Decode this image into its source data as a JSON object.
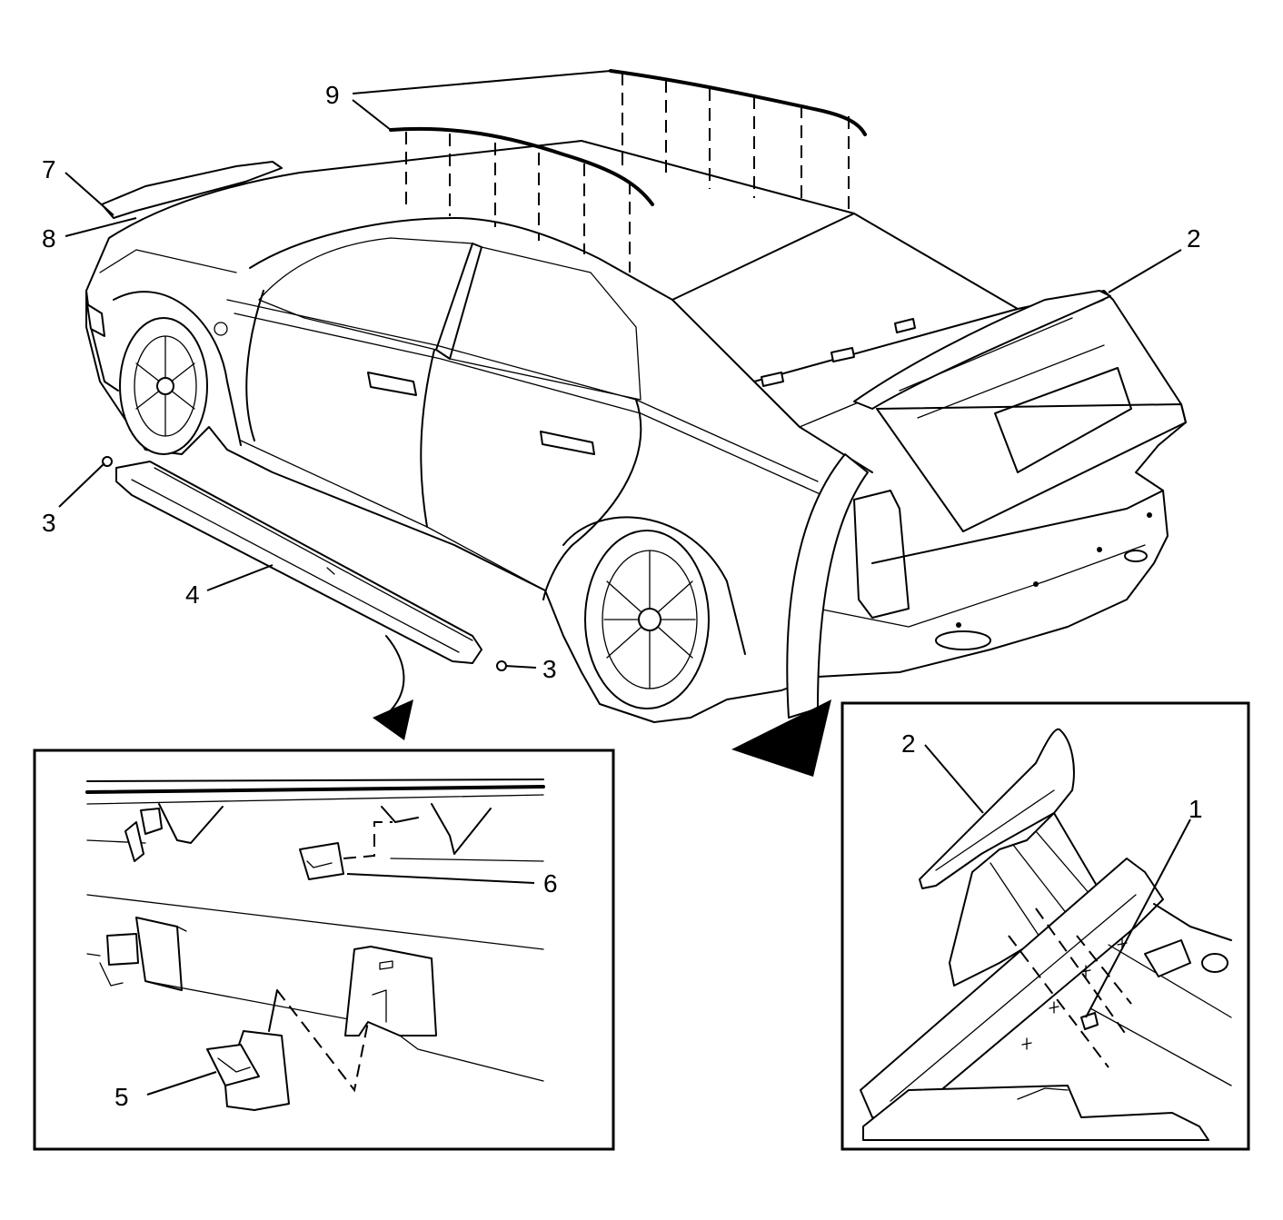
{
  "callouts": {
    "c1": "1",
    "c2_main": "2",
    "c2_detail": "2",
    "c3_front": "3",
    "c3_rear": "3",
    "c4": "4",
    "c5": "5",
    "c6": "6",
    "c7": "7",
    "c8": "8",
    "c9": "9"
  },
  "colors": {
    "line": "#000000",
    "background": "#ffffff"
  }
}
